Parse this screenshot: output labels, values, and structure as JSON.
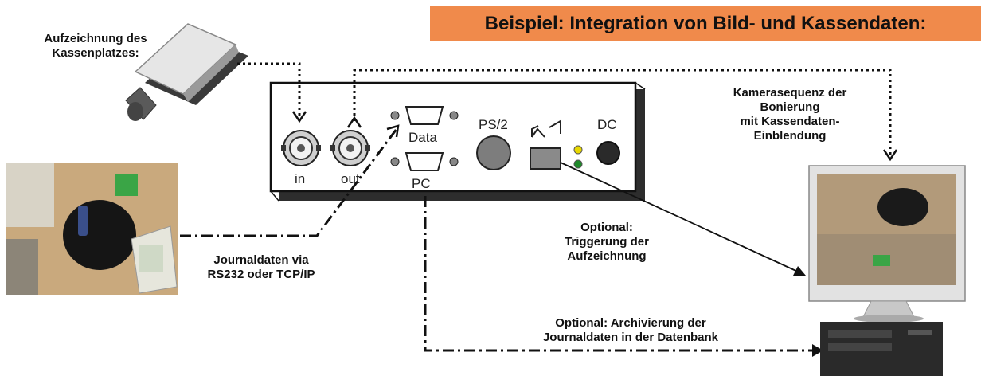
{
  "banner": {
    "title": "Beispiel: Integration von Bild- und Kassendaten:"
  },
  "labels": {
    "recording_line1": "Aufzeichnung des",
    "recording_line2": "Kassenplatzes:",
    "camera_l1": "Kamerasequenz der",
    "camera_l2": "Bonierung",
    "camera_l3": "mit Kassendaten-",
    "camera_l4": "Einblendung",
    "journal_l1": "Journaldaten via",
    "journal_l2": "RS232 oder TCP/IP",
    "trigger_l1": "Optional:",
    "trigger_l2": "Triggerung der",
    "trigger_l3": "Aufzeichnung",
    "archive_l1": "Optional: Archivierung der",
    "archive_l2": "Journaldaten in der Datenbank"
  },
  "device": {
    "port_in": "in",
    "port_out": "out",
    "port_data": "Data",
    "port_pc": "PC",
    "port_ps2": "PS/2",
    "port_dc": "DC"
  },
  "colors": {
    "banner": "#f08a4b",
    "led_yellow": "#e8d800",
    "led_green": "#1f8a2a"
  },
  "icons": [
    "camera-icon",
    "pos-photo",
    "monitor-icon",
    "pc-tower-icon",
    "relay-icon"
  ]
}
